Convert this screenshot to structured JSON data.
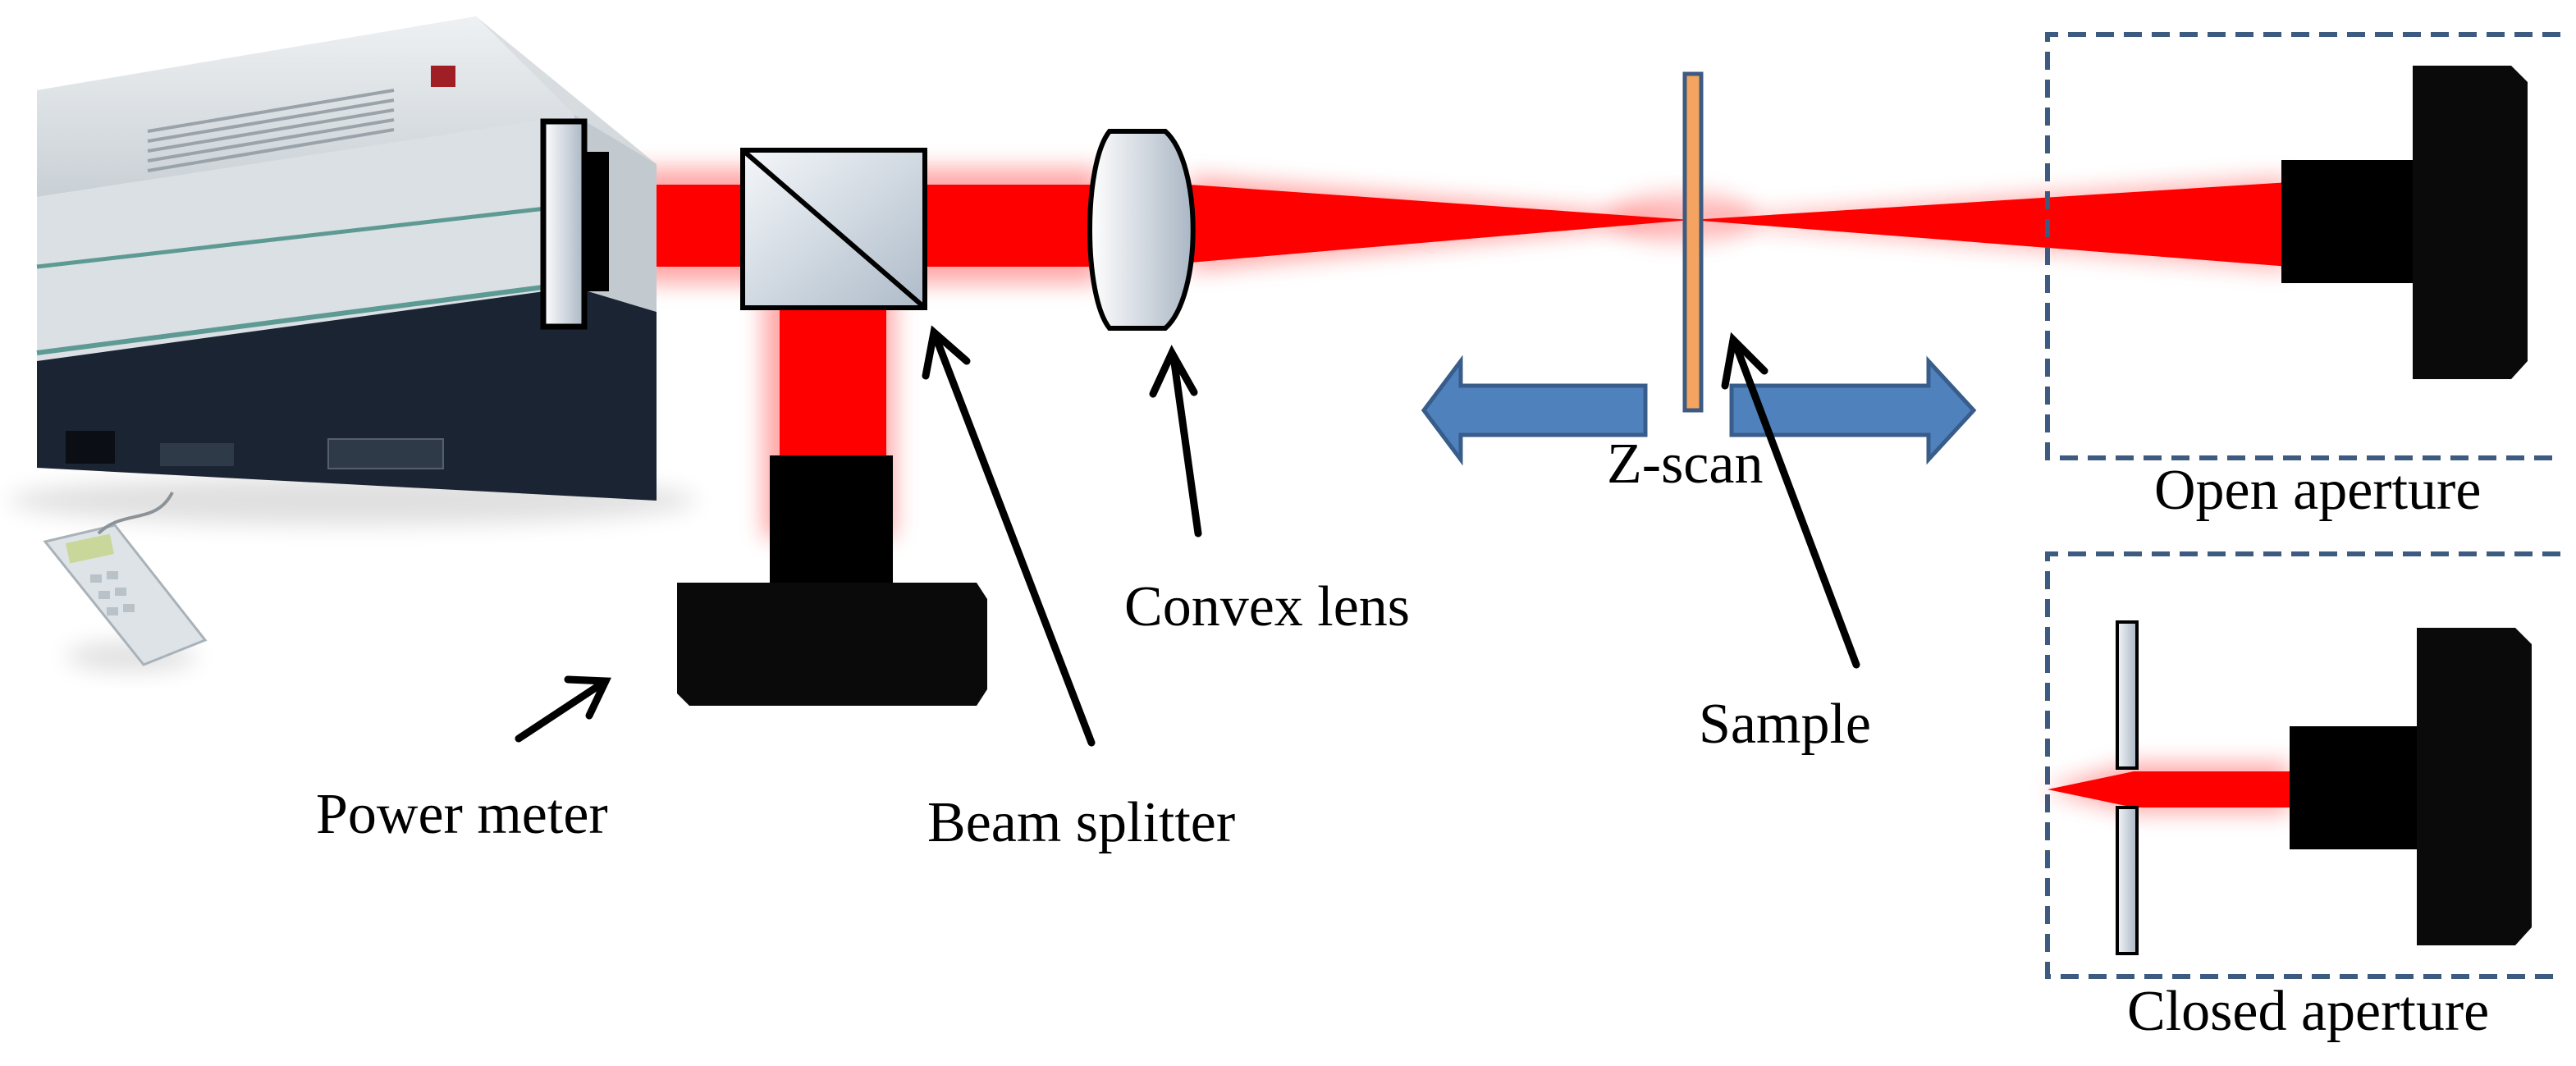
{
  "labels": {
    "power_meter": "Power meter",
    "beam_splitter": "Beam splitter",
    "convex_lens": "Convex lens",
    "z_scan": "Z-scan",
    "sample": "Sample",
    "open_aperture": "Open aperture",
    "closed_aperture": "Closed aperture"
  },
  "colors": {
    "beam": "#ff0000",
    "scan_arrow": "#4f81bd",
    "sample_fill": "#f4a460",
    "frame_dash": "#3d5a80",
    "detector": "#0a0a0a"
  },
  "icons": [
    "laser-unit",
    "controller-keypad",
    "beam-splitter-cube",
    "convex-lens",
    "sample-slide",
    "detector",
    "aperture-plate"
  ]
}
